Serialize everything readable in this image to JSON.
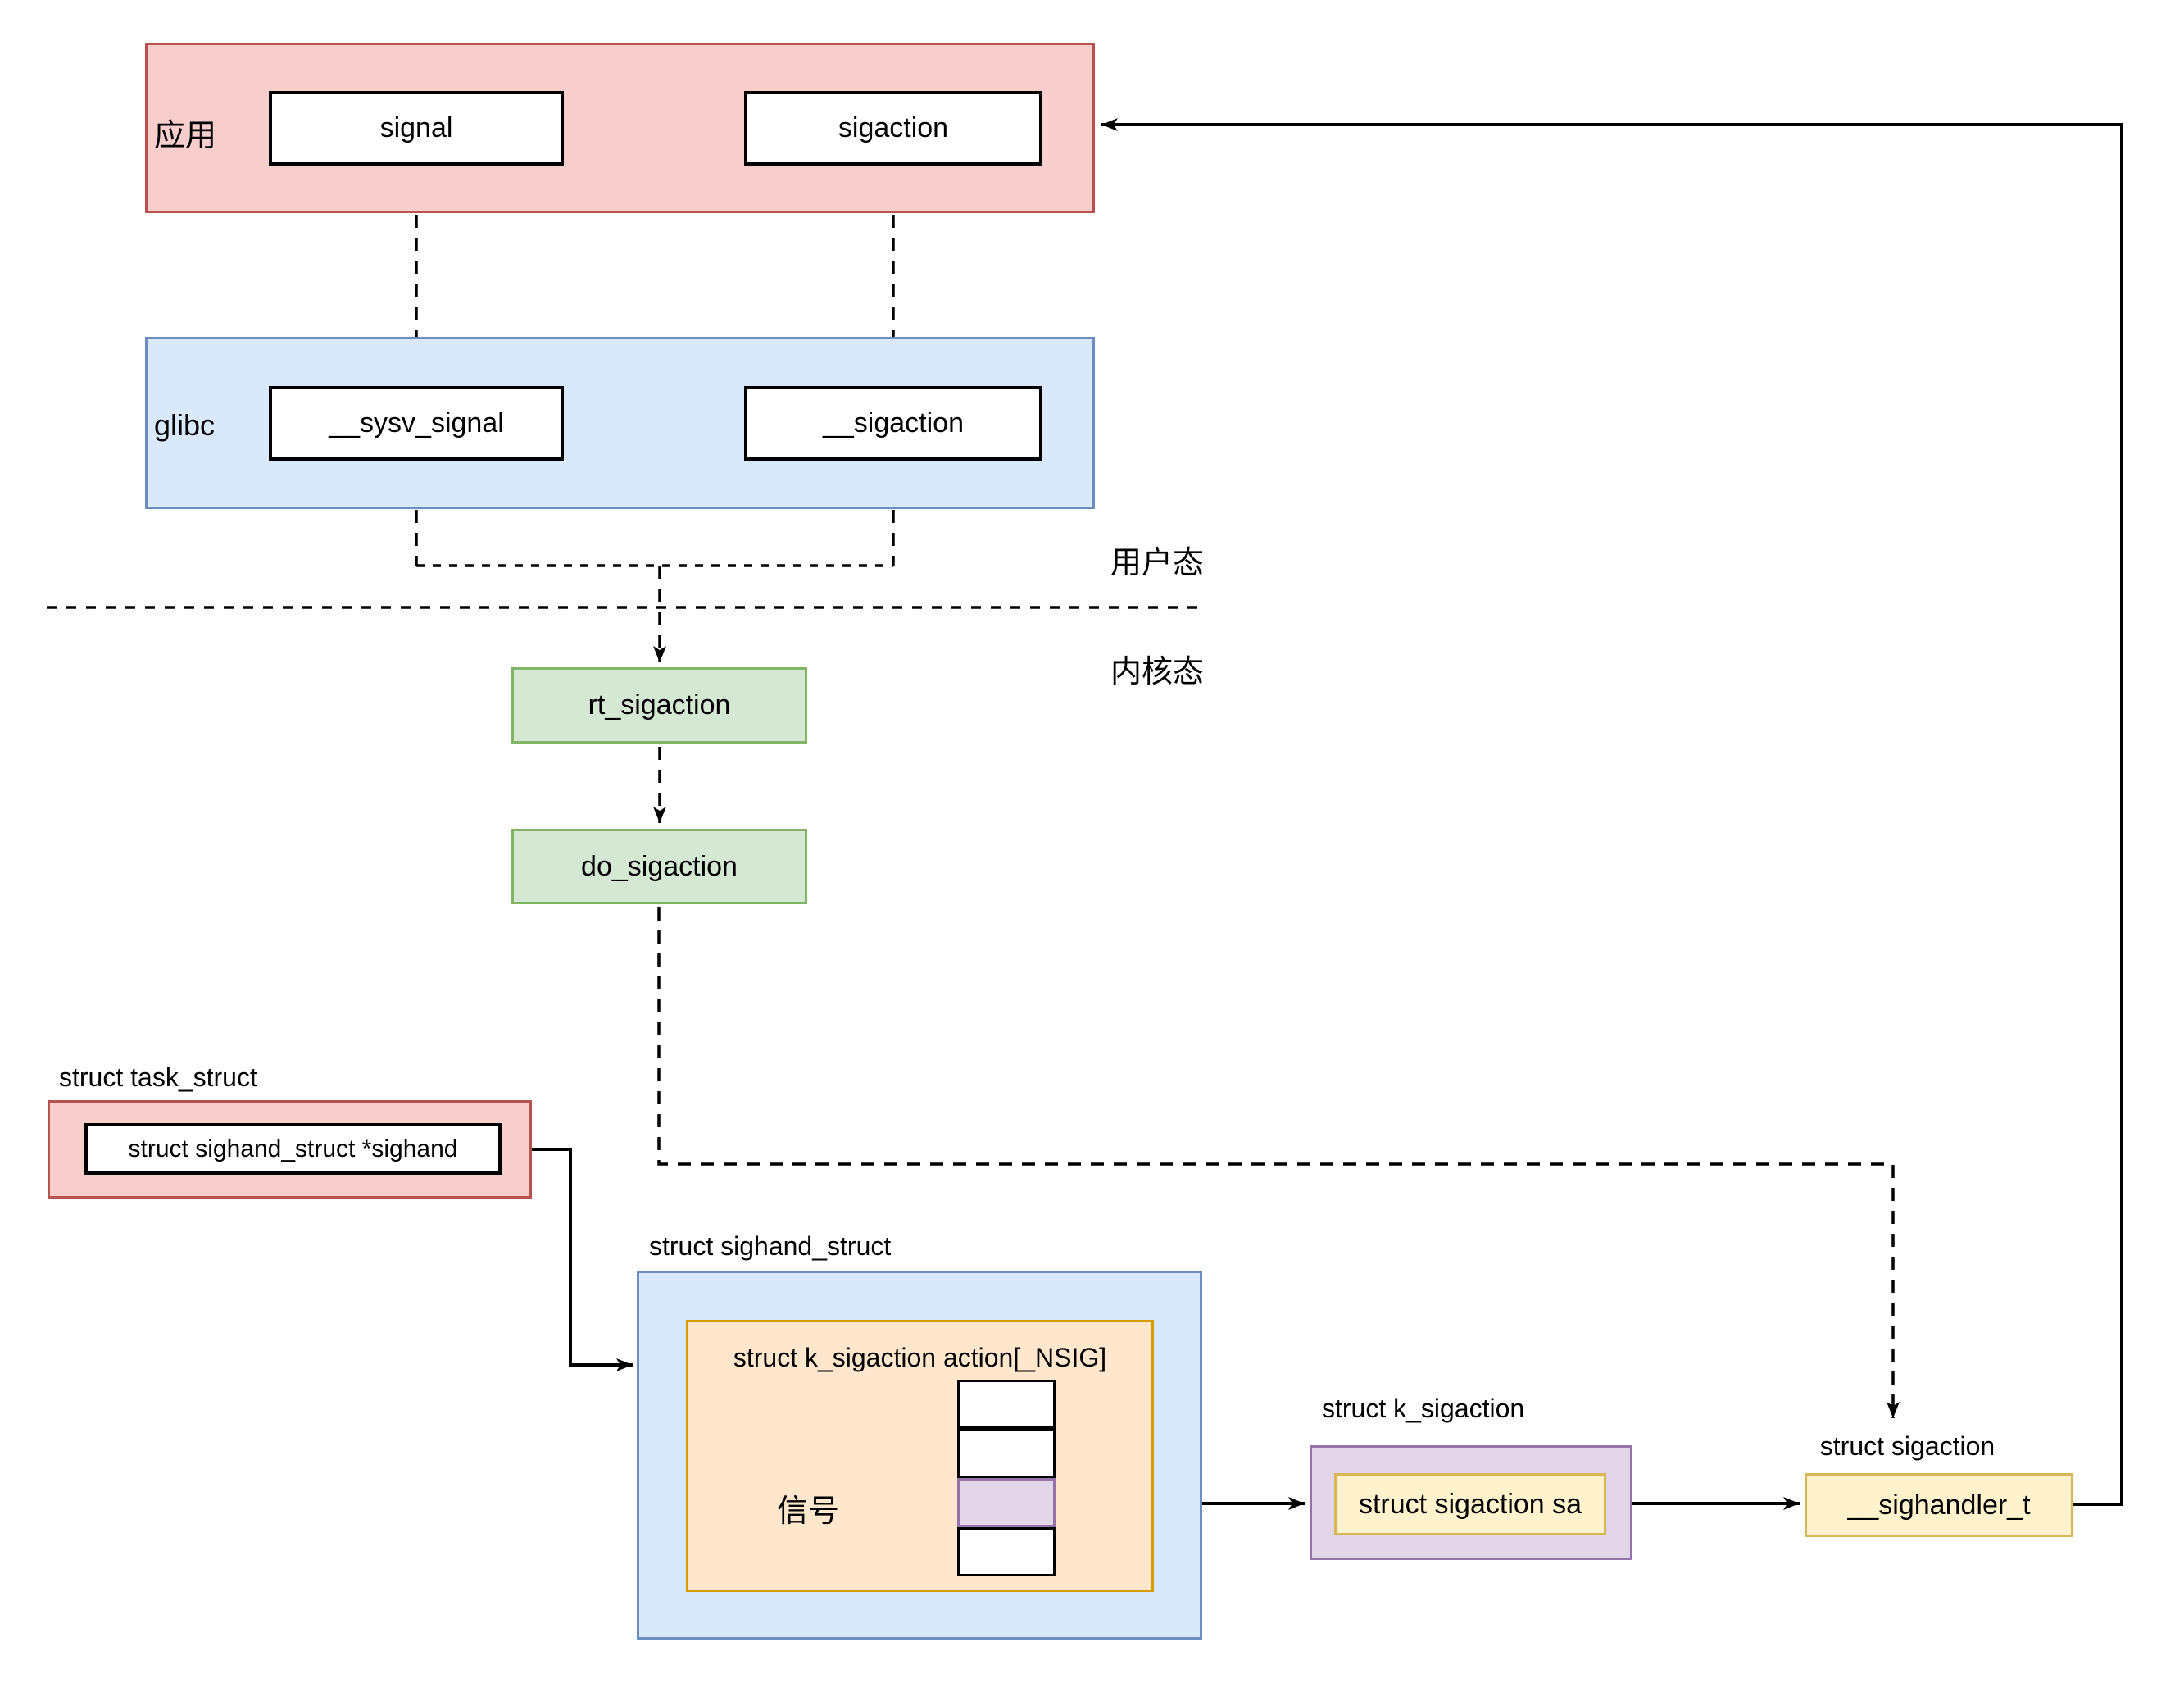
{
  "app_layer": {
    "label": "应用",
    "signal": "signal",
    "sigaction": "sigaction"
  },
  "glibc_layer": {
    "label": "glibc",
    "sysv_signal": "__sysv_signal",
    "sigaction_impl": "__sigaction"
  },
  "kernel": {
    "rt_sigaction": "rt_sigaction",
    "do_sigaction": "do_sigaction"
  },
  "modes": {
    "user": "用户态",
    "kernel": "内核态"
  },
  "task_struct": {
    "title": "struct task_struct",
    "field": "struct sighand_struct *sighand"
  },
  "sighand_struct": {
    "title": "struct sighand_struct",
    "array_label": "struct k_sigaction action[_NSIG]",
    "signal_label": "信号",
    "array_cells": {
      "count": 4,
      "highlighted_index": 3
    }
  },
  "k_sigaction": {
    "title": "struct k_sigaction",
    "field": "struct sigaction sa"
  },
  "sigaction_struct": {
    "title": "struct sigaction",
    "field": "__sighandler_t"
  },
  "colors": {
    "red_fill": "#F8CECC",
    "red_border": "#B85450",
    "blue_fill": "#DAE8FC",
    "blue_border": "#6C8EBF",
    "green_fill": "#D5E8D4",
    "green_border": "#82B366",
    "orange_fill": "#FFE6CC",
    "orange_border": "#D79B00",
    "purple_fill": "#E1D5E7",
    "purple_border": "#9673A6",
    "yellow_fill": "#FFF2CC",
    "yellow_border": "#D6B656",
    "line": "#000000"
  }
}
